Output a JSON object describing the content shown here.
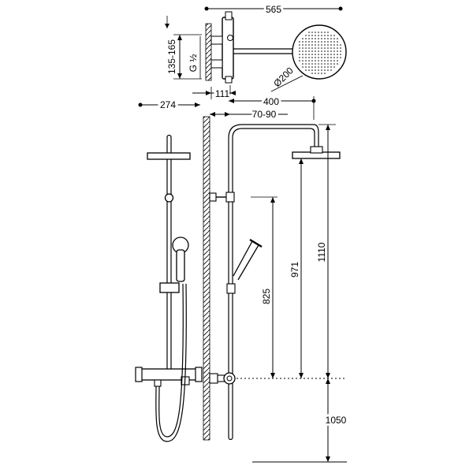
{
  "dimensions": {
    "total_width_top": "565",
    "height_range": "135-165",
    "connection_thread": "G ½",
    "wall_offset": "111",
    "head_diameter": "Ø200",
    "front_depth": "274",
    "arm_reach": "400",
    "eccentric_range": "70-90",
    "total_height": "1110",
    "head_to_mixer": "971",
    "slider_to_mixer": "825",
    "mixer_height": "1050"
  },
  "colors": {
    "line": "#000000",
    "background": "#ffffff"
  }
}
